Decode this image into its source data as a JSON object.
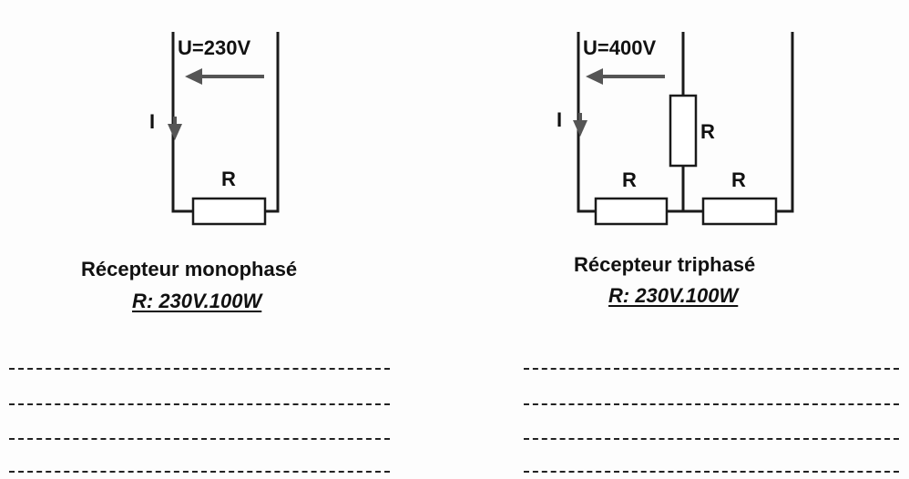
{
  "left_circuit": {
    "voltage_label": "U=230V",
    "current_label": "I",
    "resistor_label": "R",
    "caption": "Récepteur monophasé",
    "spec": "R: 230V.100W"
  },
  "right_circuit": {
    "voltage_label": "U=400V",
    "current_label": "I",
    "resistor_labels": [
      "R",
      "R",
      "R"
    ],
    "caption": "Récepteur triphasé",
    "spec": "R: 230V.100W"
  },
  "answer_lines": {
    "left_count": 4,
    "right_count": 4
  },
  "colors": {
    "ink": "#1a1a1a",
    "arrow": "#555555",
    "paper": "#fdfdfd"
  }
}
